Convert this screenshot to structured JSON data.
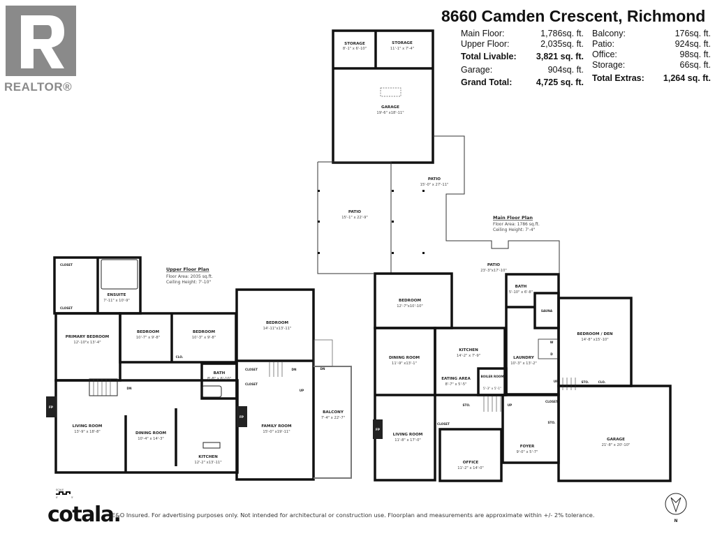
{
  "header": {
    "address": "8660 Camden Crescent, Richmond",
    "left_stats": [
      {
        "label": "Main Floor:",
        "value": "1,786sq. ft."
      },
      {
        "label": "Upper Floor:",
        "value": "2,035sq. ft."
      },
      {
        "label": "Total Livable:",
        "value": "3,821 sq. ft.",
        "bold": true
      },
      {
        "label": "Garage:",
        "value": "904sq. ft."
      },
      {
        "label": "Grand Total:",
        "value": "4,725 sq. ft.",
        "bold": true
      }
    ],
    "right_stats": [
      {
        "label": "Balcony:",
        "value": "176sq. ft."
      },
      {
        "label": "Patio:",
        "value": "924sq. ft."
      },
      {
        "label": "Office:",
        "value": "98sq. ft."
      },
      {
        "label": "Storage:",
        "value": "66sq. ft."
      },
      {
        "label": "Total Extras:",
        "value": "1,264 sq. ft.",
        "bold": true
      }
    ]
  },
  "logos": {
    "realtor": "REALTOR®",
    "cotala": "cotala."
  },
  "footer": {
    "disclaimer": "E&O Insured. For advertising purposes only. Not intended for architectural or construction use. Floorplan and measurements are approximate within +/- 2% tolerance.",
    "scale_label": "SCALE",
    "scale_min": "0'",
    "scale_max": "5'",
    "north": "N"
  },
  "upper_floor": {
    "title": "Upper Floor Plan",
    "area": "Floor Area: 2035 sq.ft.",
    "ceiling": "Ceiling Height: 7'-10\"",
    "rooms": {
      "ensuite": {
        "name": "ENSUITE",
        "dims": "7'-11\" x 10'-9\""
      },
      "primary_bedroom": {
        "name": "PRIMARY BEDROOM",
        "dims": "12'-10\"x 13'-4\""
      },
      "bedroom_1": {
        "name": "BEDROOM",
        "dims": "10'-7\" x 9'-8\""
      },
      "bedroom_2": {
        "name": "BEDROOM",
        "dims": "10'-3\" x 9'-8\""
      },
      "bedroom_3": {
        "name": "BEDROOM",
        "dims": "14'-11\"x13'-11\""
      },
      "bath": {
        "name": "BATH",
        "dims": "8'-8\" x 6'-10\""
      },
      "living_room": {
        "name": "LIVING ROOM",
        "dims": "13'-9\" x 18'-8\""
      },
      "dining_room": {
        "name": "DINING ROOM",
        "dims": "10'-4\" x 14'-3\""
      },
      "kitchen": {
        "name": "KITCHEN",
        "dims": "12'-2\" x13'-11\""
      },
      "family_room": {
        "name": "FAMILY ROOM",
        "dims": "15'-0\" x19'-11\""
      },
      "balcony": {
        "name": "BALCONY",
        "dims": "7'-4\" x 22'-7\""
      }
    },
    "small": {
      "closet": "CLOSET",
      "clo": "CLO.",
      "fp": "FP",
      "dn": "DN",
      "up": "UP"
    }
  },
  "main_floor": {
    "title": "Main Floor Plan",
    "area": "Floor Area: 1786 sq.ft.",
    "ceiling": "Ceiling Height: 7'-4\"",
    "rooms": {
      "storage_1": {
        "name": "STORAGE",
        "dims": "8'-1\" x 6'-10\""
      },
      "storage_2": {
        "name": "STORAGE",
        "dims": "11'-1\" x 7'-4\""
      },
      "detached_garage": {
        "name": "GARAGE",
        "dims": "19'-6\" x18'-11\""
      },
      "patio_1": {
        "name": "PATIO",
        "dims": "15'-1\" x 22'-9\""
      },
      "patio_2": {
        "name": "PATIO",
        "dims": "15'-0\" x 27'-11\""
      },
      "patio_3": {
        "name": "PATIO",
        "dims": "23'-3\"x17'-10\""
      },
      "bedroom": {
        "name": "BEDROOM",
        "dims": "12'-7\"x10'-10\""
      },
      "bath": {
        "name": "BATH",
        "dims": "5'-10\" x 6'-8\""
      },
      "sauna": {
        "name": "SAUNA",
        "dims": ""
      },
      "bedroom_den": {
        "name": "BEDROOM / DEN",
        "dims": "14'-8\" x15'-10\""
      },
      "kitchen": {
        "name": "KITCHEN",
        "dims": "14'-2\" x 7'-9\""
      },
      "dining_room": {
        "name": "DINING ROOM",
        "dims": "11'-9\" x13'-1\""
      },
      "eating_area": {
        "name": "EATING AREA",
        "dims": "8'-7\" x 5'-5\""
      },
      "boiler_room": {
        "name": "BOILER ROOM",
        "dims": "5'-3\" x 5'-1\""
      },
      "laundry": {
        "name": "LAUNDRY",
        "dims": "10'-3\" x 13'-2\""
      },
      "living_room": {
        "name": "LIVING ROOM",
        "dims": "11'-8\" x 17'-0\""
      },
      "office": {
        "name": "OFFICE",
        "dims": "11'-2\" x 14'-0\""
      },
      "foyer": {
        "name": "FOYER",
        "dims": "9'-0\" x 5'-7\""
      },
      "garage": {
        "name": "GARAGE",
        "dims": "21'-8\" x 20'-10\""
      }
    },
    "small": {
      "closet": "CLOSET",
      "clo": "CLO.",
      "sto": "STO.",
      "fp": "FP",
      "up": "UP",
      "w": "W",
      "d": "D"
    }
  }
}
